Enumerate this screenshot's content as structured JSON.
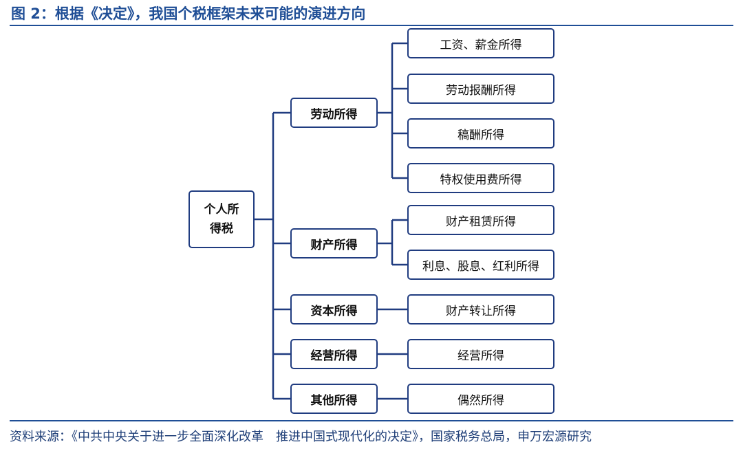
{
  "title": "图 2：根据《决定》，我国个税框架未来可能的演进方向",
  "source": "资料来源：《中共中央关于进一步全面深化改革　推进中国式现代化的决定》，国家税务总局，申万宏源研究",
  "root": {
    "line1": "个人所",
    "line2": "得税"
  },
  "categories": [
    {
      "label": "劳动所得",
      "items": [
        "工资、薪金所得",
        "劳动报酬所得",
        "稿酬所得",
        "特权使用费所得"
      ]
    },
    {
      "label": "财产所得",
      "items": [
        "财产租赁所得",
        "利息、股息、红利所得"
      ]
    },
    {
      "label": "资本所得",
      "items": [
        "财产转让所得"
      ]
    },
    {
      "label": "经营所得",
      "items": [
        "经营所得"
      ]
    },
    {
      "label": "其他所得",
      "items": [
        "偶然所得"
      ]
    }
  ]
}
